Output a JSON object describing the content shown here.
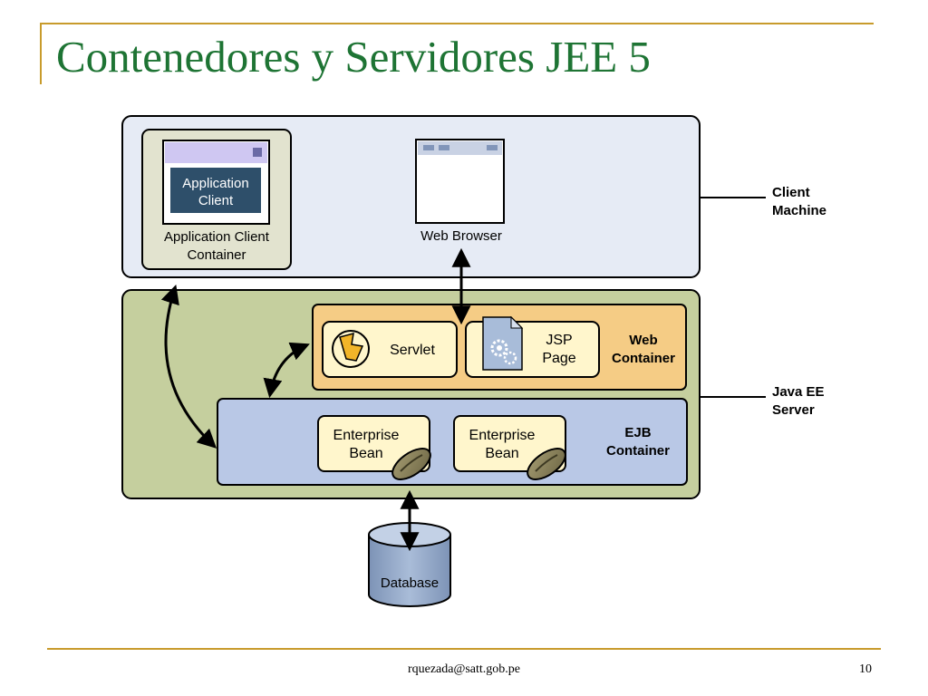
{
  "slide": {
    "title": "Contenedores y Servidores JEE 5",
    "footer_email": "rquezada@satt.gob.pe",
    "page_number": "10"
  },
  "diagram": {
    "client_machine_label": [
      "Client",
      "Machine"
    ],
    "java_ee_server_label": [
      "Java EE",
      "Server"
    ],
    "app_client_inner": [
      "Application",
      "Client"
    ],
    "app_client_container": [
      "Application Client",
      "Container"
    ],
    "web_browser": "Web Browser",
    "servlet": "Servlet",
    "jsp_page": [
      "JSP",
      "Page"
    ],
    "web_container": [
      "Web",
      "Container"
    ],
    "enterprise_bean_1": [
      "Enterprise",
      "Bean"
    ],
    "enterprise_bean_2": [
      "Enterprise",
      "Bean"
    ],
    "ejb_container": [
      "EJB",
      "Container"
    ],
    "database": "Database"
  },
  "colors": {
    "title": "#1e7434",
    "rule": "#c89b2c",
    "client_machine_bg": "#e6ebf5",
    "server_bg": "#c5cf9e",
    "web_container_bg": "#f5cc85",
    "ejb_container_bg": "#b9c8e6",
    "component_bg": "#fff6cc",
    "database": "#8fa5c6"
  }
}
